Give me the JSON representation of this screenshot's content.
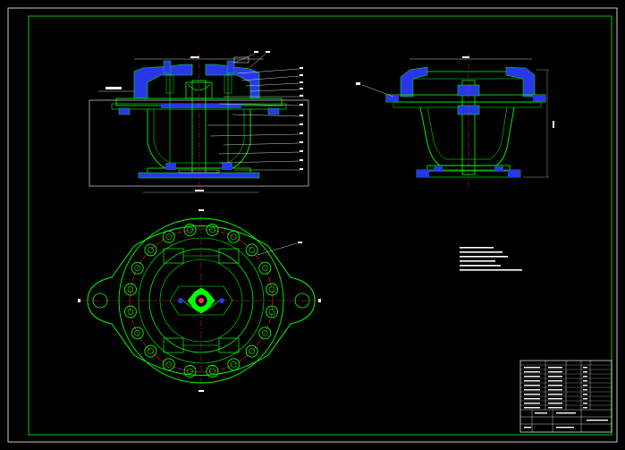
{
  "drawing": {
    "type": "cad-assembly-drawing",
    "background": "#000000",
    "colors": {
      "frame": "#ffffff",
      "geometry": "#00ff00",
      "hatch": "#3040ff",
      "center_lines": "#ff3030",
      "leaders": "#ffffff",
      "text": "#ffffff"
    },
    "views": [
      "front-section",
      "side-section",
      "plan"
    ],
    "balloon_count_front": 16,
    "bolt_circle_count": 20
  }
}
